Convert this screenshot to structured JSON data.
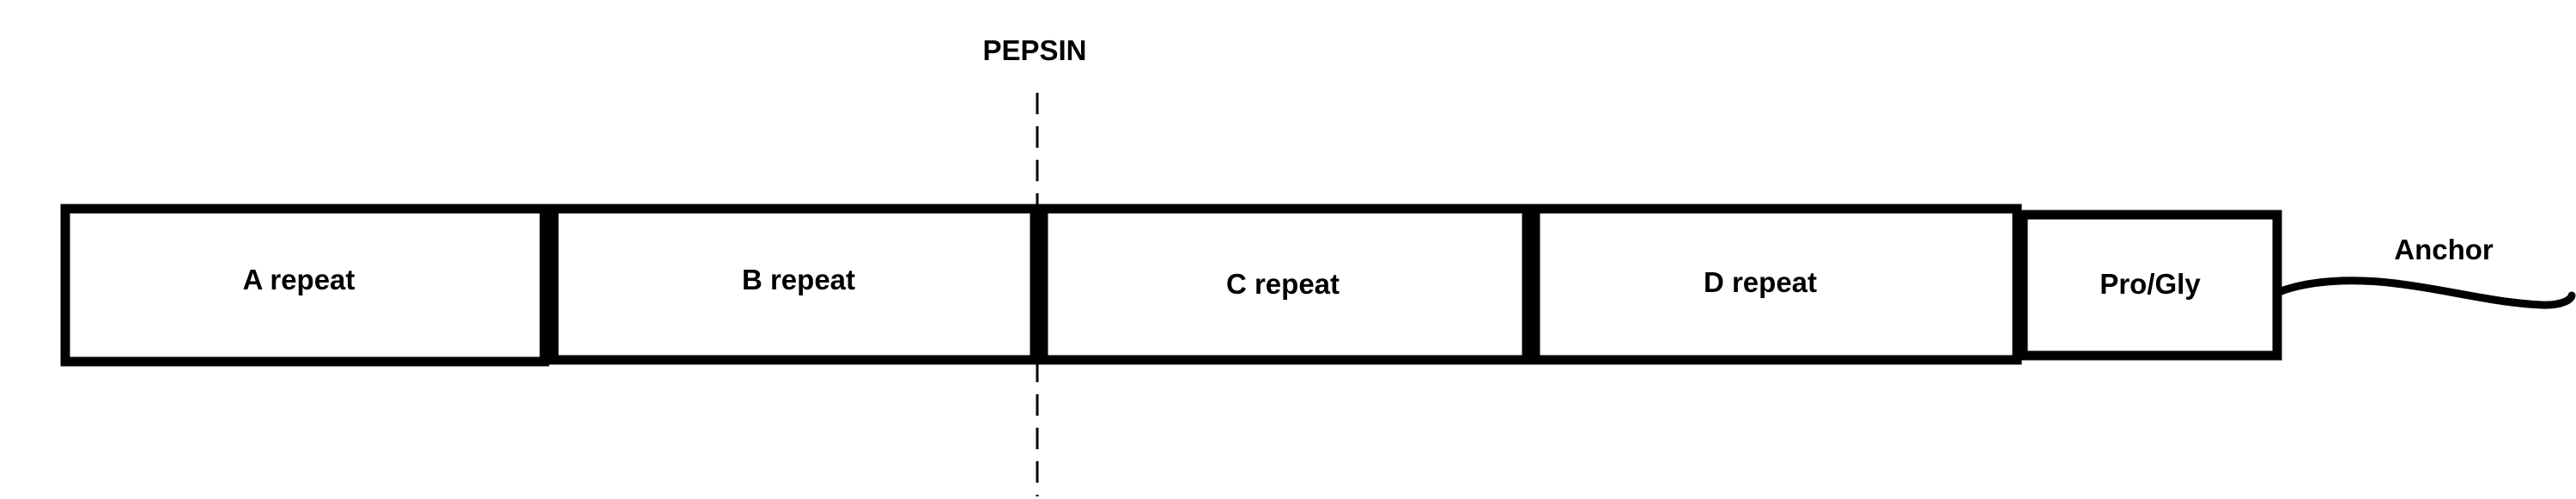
{
  "diagram": {
    "cleavage_label": "PEPSIN",
    "segments": [
      {
        "label": "A repeat"
      },
      {
        "label": "B repeat"
      },
      {
        "label": "C repeat"
      },
      {
        "label": "D repeat"
      },
      {
        "label": "Pro/Gly"
      }
    ],
    "tail_label": "Anchor",
    "colors": {
      "stroke": "#000000",
      "fill": "#ffffff"
    }
  }
}
